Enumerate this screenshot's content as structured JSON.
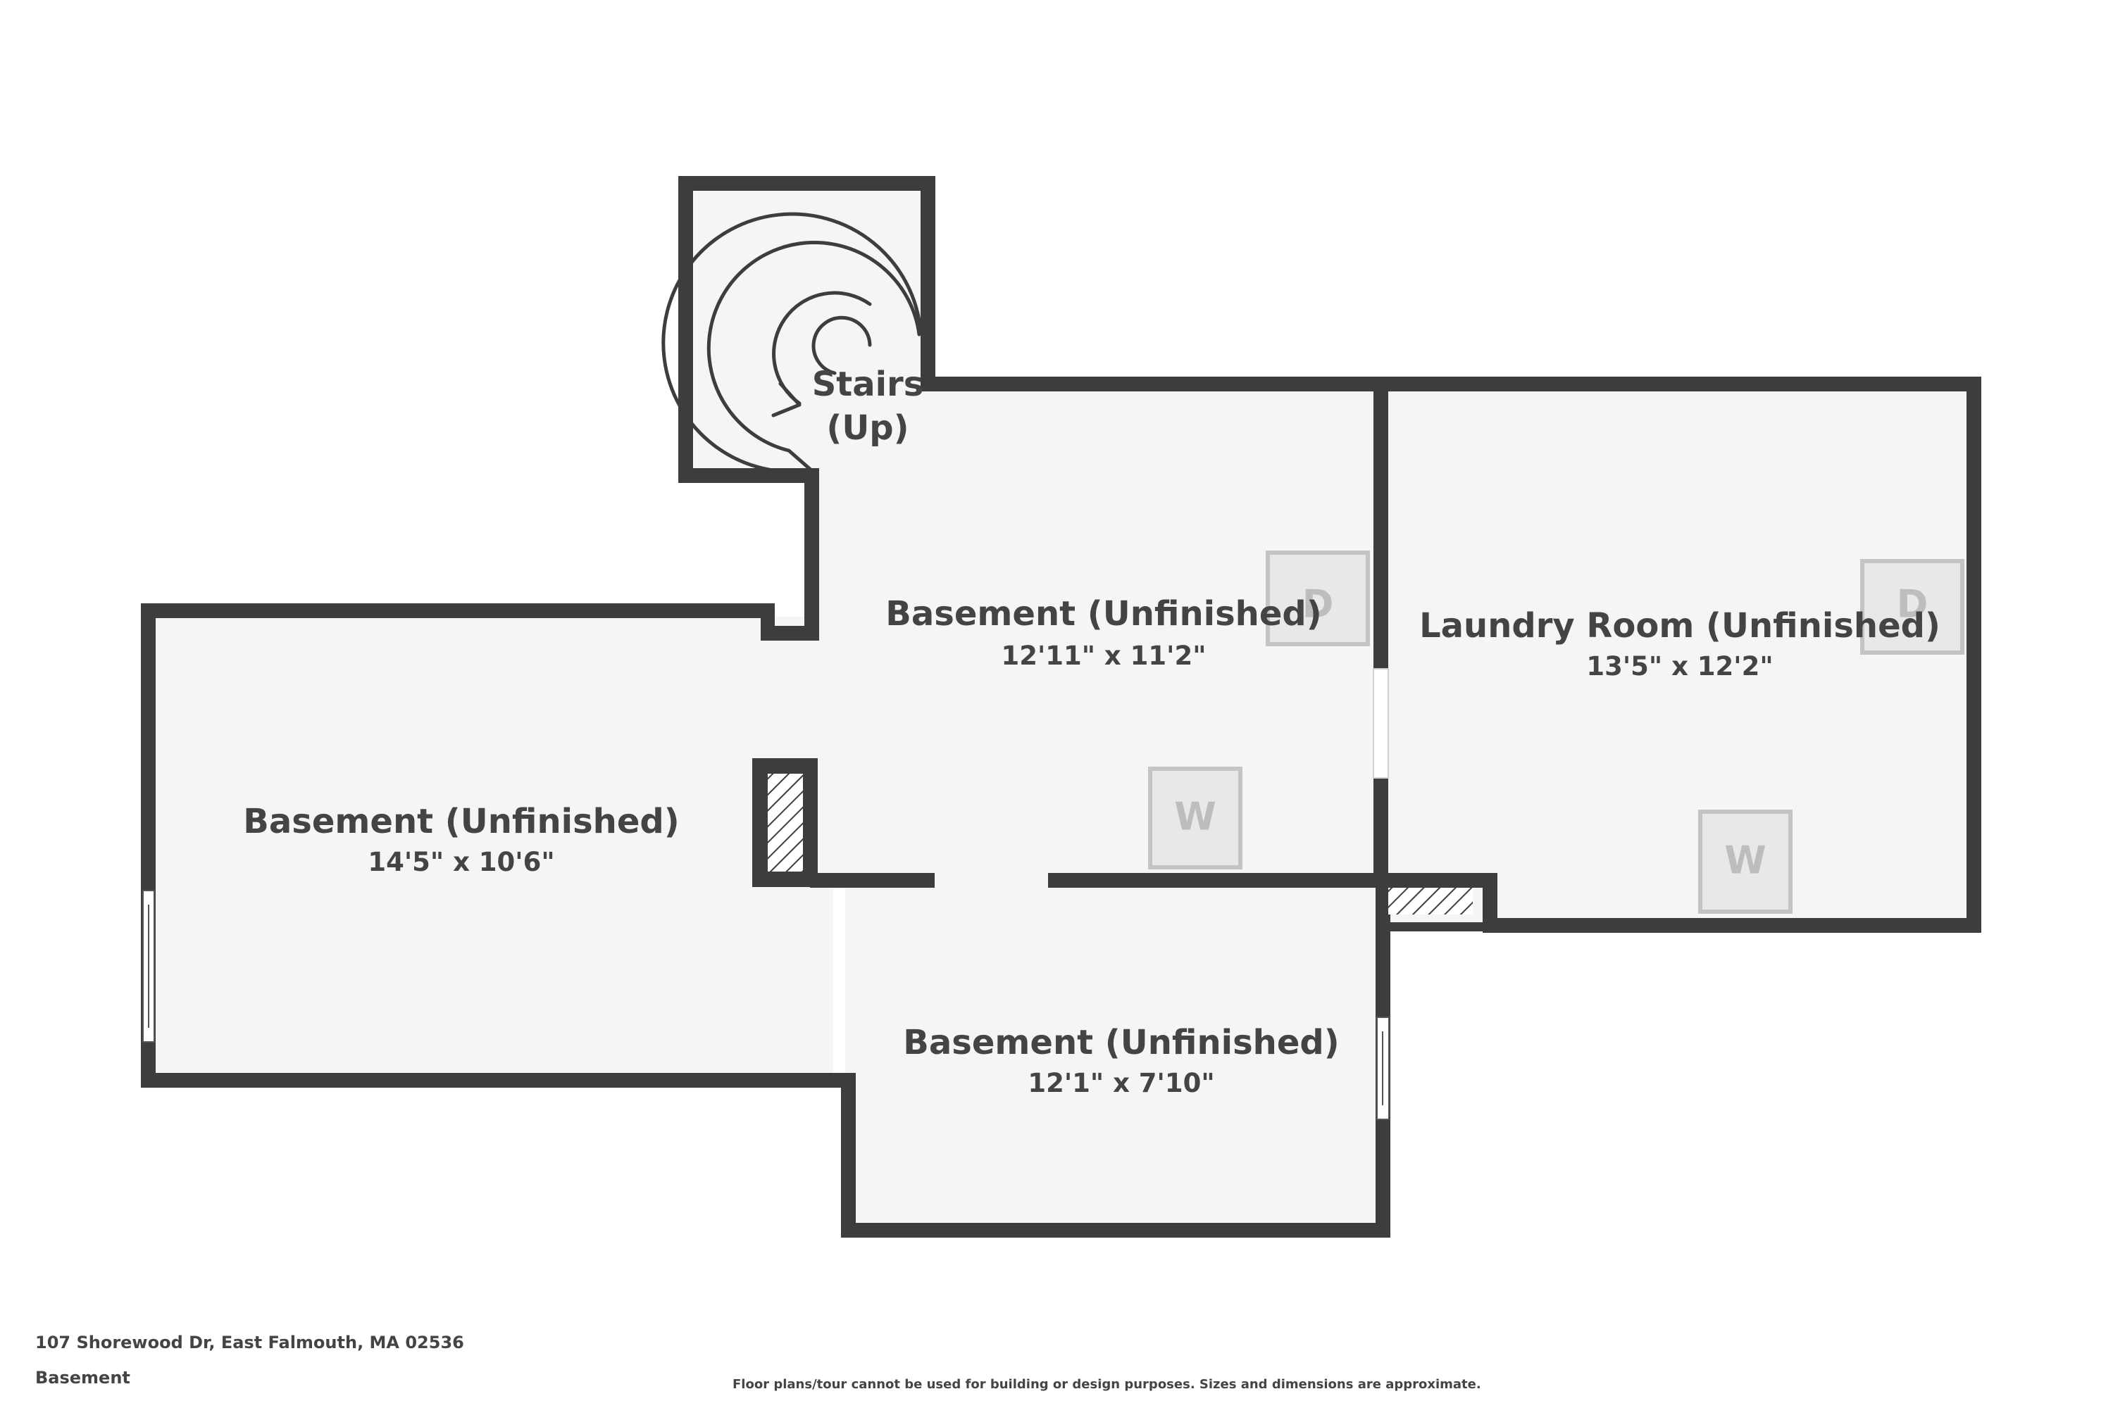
{
  "colors": {
    "wall": "#3d3d3d",
    "floor": "#f5f5f5",
    "appliance_border": "#c4c4c4",
    "appliance_fill": "#e8e8e8",
    "text": "#444444"
  },
  "rooms": [
    {
      "name": "Stairs",
      "name_line2": "(Up)"
    },
    {
      "name": "Basement (Unfinished)",
      "dimensions": "12'11\" x 11'2\""
    },
    {
      "name": "Laundry Room (Unfinished)",
      "dimensions": "13'5\" x 12'2\""
    },
    {
      "name": "Basement (Unfinished)",
      "dimensions": "14'5\" x 10'6\""
    },
    {
      "name": "Basement (Unfinished)",
      "dimensions": "12'1\" x 7'10\""
    }
  ],
  "appliances": [
    {
      "label": "D",
      "icon": "dryer-icon"
    },
    {
      "label": "W",
      "icon": "washer-icon"
    },
    {
      "label": "D",
      "icon": "dryer-icon"
    },
    {
      "label": "W",
      "icon": "washer-icon"
    }
  ],
  "footer": {
    "address": "107 Shorewood Dr, East Falmouth, MA 02536",
    "floor": "Basement",
    "disclaimer": "Floor plans/tour cannot be used for building or design purposes. Sizes and dimensions are approximate."
  }
}
